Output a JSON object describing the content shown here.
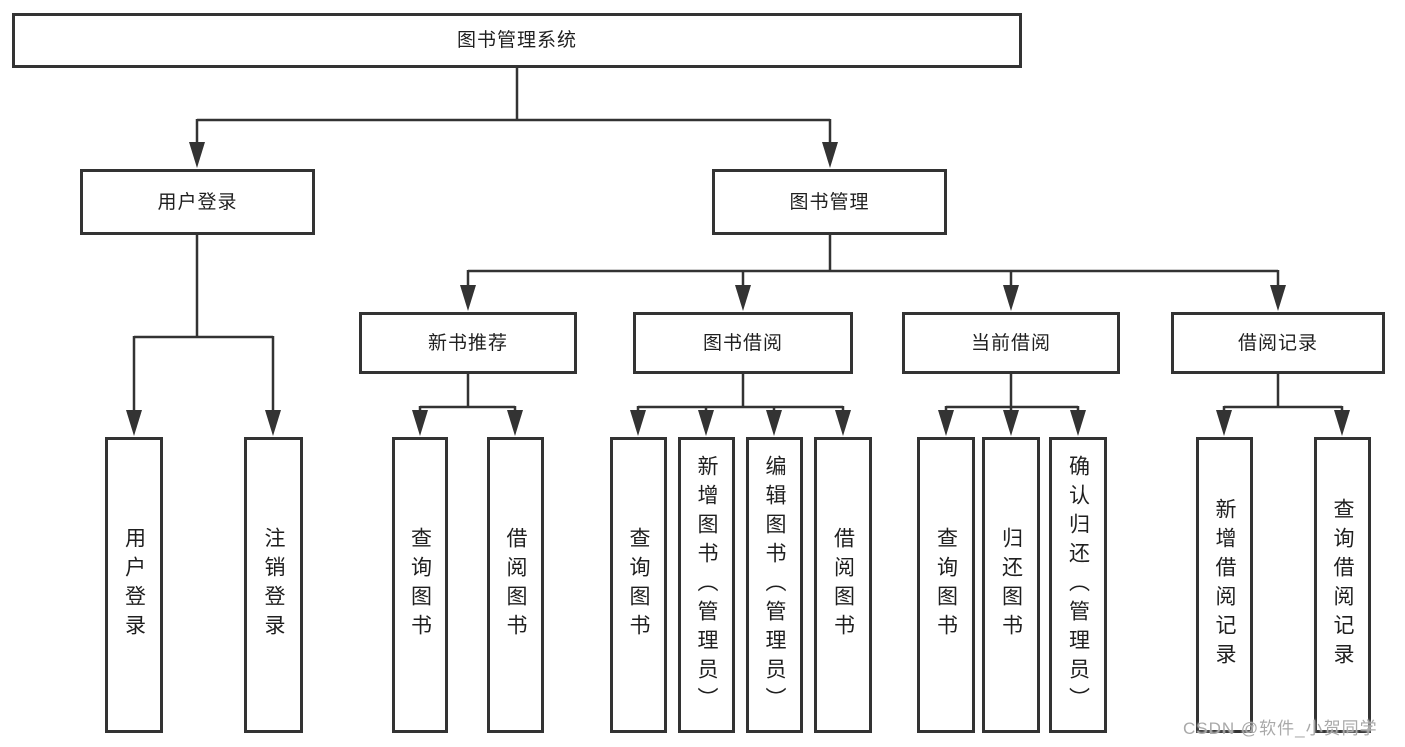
{
  "diagram": {
    "type": "hierarchy-tree",
    "root": {
      "label": "图书管理系统"
    },
    "level2": [
      {
        "label": "用户登录"
      },
      {
        "label": "图书管理"
      }
    ],
    "level3": [
      {
        "label": "新书推荐",
        "parent": "图书管理"
      },
      {
        "label": "图书借阅",
        "parent": "图书管理"
      },
      {
        "label": "当前借阅",
        "parent": "图书管理"
      },
      {
        "label": "借阅记录",
        "parent": "图书管理"
      }
    ],
    "leaves": [
      {
        "label": "用户登录",
        "parent": "用户登录"
      },
      {
        "label": "注销登录",
        "parent": "用户登录"
      },
      {
        "label": "查询图书",
        "parent": "新书推荐"
      },
      {
        "label": "借阅图书",
        "parent": "新书推荐"
      },
      {
        "label": "查询图书",
        "parent": "图书借阅"
      },
      {
        "label": "新增图书（管理员）",
        "parent": "图书借阅"
      },
      {
        "label": "编辑图书（管理员）",
        "parent": "图书借阅"
      },
      {
        "label": "借阅图书",
        "parent": "图书借阅"
      },
      {
        "label": "查询图书",
        "parent": "当前借阅"
      },
      {
        "label": "归还图书",
        "parent": "当前借阅"
      },
      {
        "label": "确认归还（管理员）",
        "parent": "当前借阅"
      },
      {
        "label": "新增借阅记录",
        "parent": "借阅记录"
      },
      {
        "label": "查询借阅记录",
        "parent": "借阅记录"
      }
    ],
    "watermark": "CSDN @软件_小贺同学",
    "colors": {
      "line": "#333333",
      "text": "#1f1f1f",
      "watermark": "#a9a9a9",
      "background": "#ffffff"
    }
  }
}
